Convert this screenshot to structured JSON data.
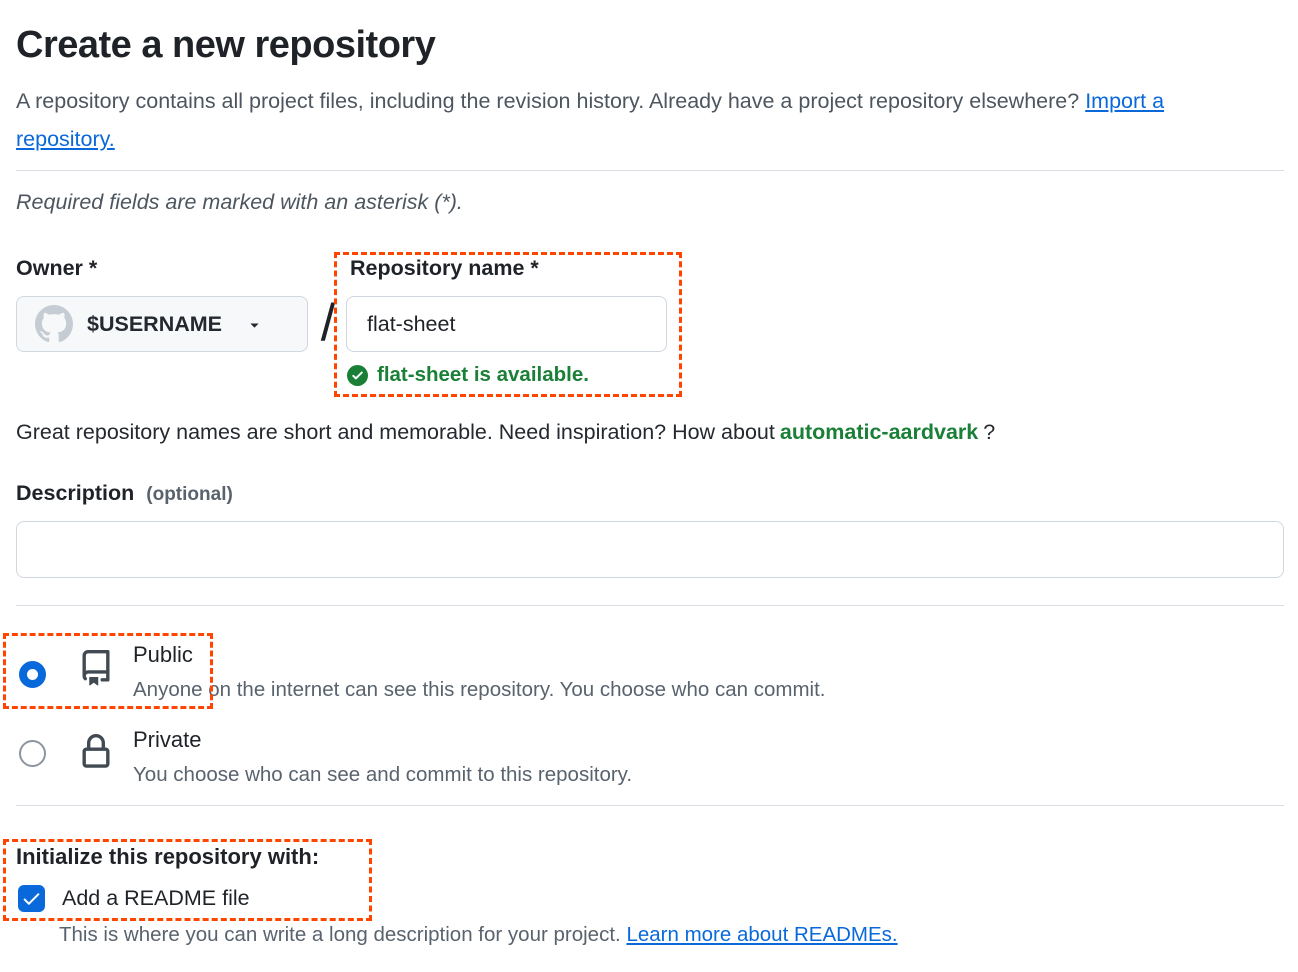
{
  "page": {
    "title": "Create a new repository",
    "intro_text": "A repository contains all project files, including the revision history. Already have a project repository elsewhere?",
    "intro_link": "Import a repository.",
    "required_note": "Required fields are marked with an asterisk (*)."
  },
  "owner": {
    "label": "Owner *",
    "value": "$USERNAME",
    "separator": "/"
  },
  "repo_name": {
    "label": "Repository name *",
    "value": "flat-sheet",
    "availability_message": "flat-sheet is available."
  },
  "inspiration": {
    "prefix": "Great repository names are short and memorable. Need inspiration? How about",
    "suggestion": "automatic-aardvark",
    "suffix": "?"
  },
  "description": {
    "label": "Description",
    "optional": "(optional)",
    "value": ""
  },
  "visibility": {
    "public": {
      "label": "Public",
      "description": "Anyone on the internet can see this repository. You choose who can commit.",
      "selected": true
    },
    "private": {
      "label": "Private",
      "description": "You choose who can see and commit to this repository.",
      "selected": false
    }
  },
  "initialize": {
    "heading": "Initialize this repository with:",
    "readme_label": "Add a README file",
    "readme_checked": true,
    "readme_note": "This is where you can write a long description for your project.",
    "readme_link": "Learn more about READMEs."
  },
  "icons": {
    "avatar": "github-octocat-mark",
    "dropdown": "triangle-down",
    "availability": "check-circle-fill",
    "public": "repo-book",
    "private": "lock",
    "checkbox": "check"
  },
  "colors": {
    "link": "#0969da",
    "accent_blue": "#0969da",
    "success_green": "#1a7f37",
    "annotation": "#ff4500",
    "input_border": "#d0d7de",
    "muted_text": "#59636e",
    "text": "#1f2328",
    "button_bg": "#f6f8fa"
  }
}
